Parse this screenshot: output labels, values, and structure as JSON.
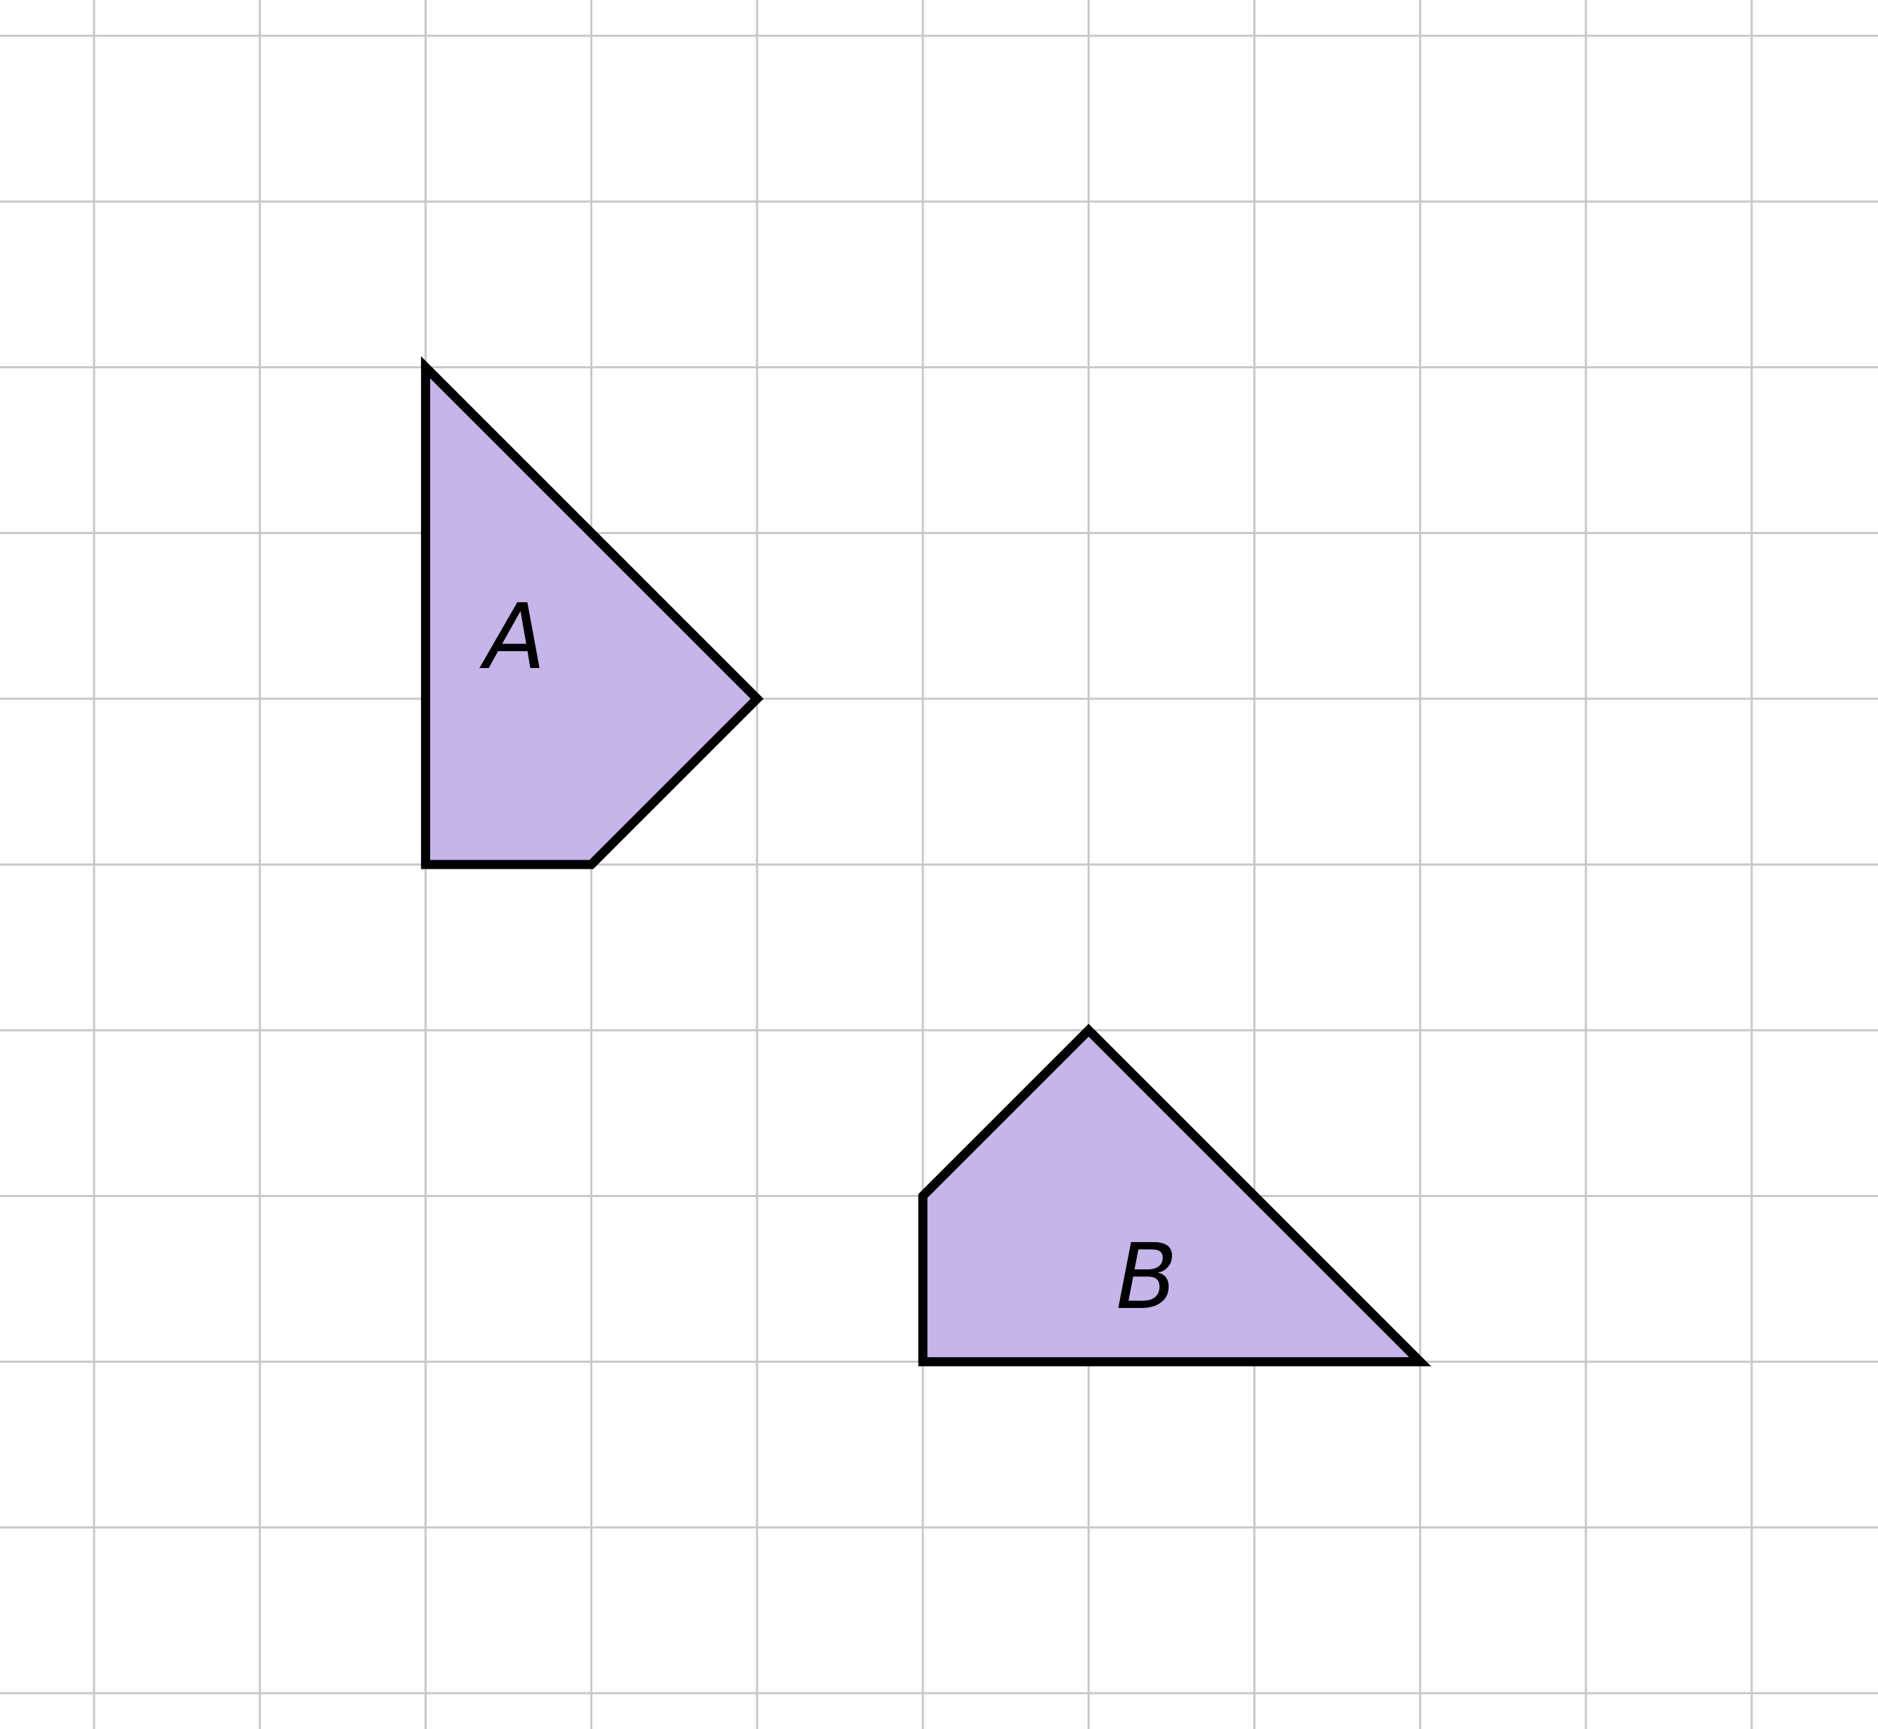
{
  "grid": {
    "color": "#c8c8c8"
  },
  "shapes": [
    {
      "id": "A",
      "label": "A",
      "fill": "#c5b5e8",
      "stroke": "#000000",
      "vertices": [
        [
          0,
          0
        ],
        [
          2,
          2
        ],
        [
          1,
          3
        ],
        [
          0,
          3
        ]
      ]
    },
    {
      "id": "B",
      "label": "B",
      "fill": "#c5b5e8",
      "stroke": "#000000",
      "vertices": [
        [
          0,
          1
        ],
        [
          1,
          0
        ],
        [
          3,
          2
        ],
        [
          0,
          2
        ]
      ]
    }
  ]
}
